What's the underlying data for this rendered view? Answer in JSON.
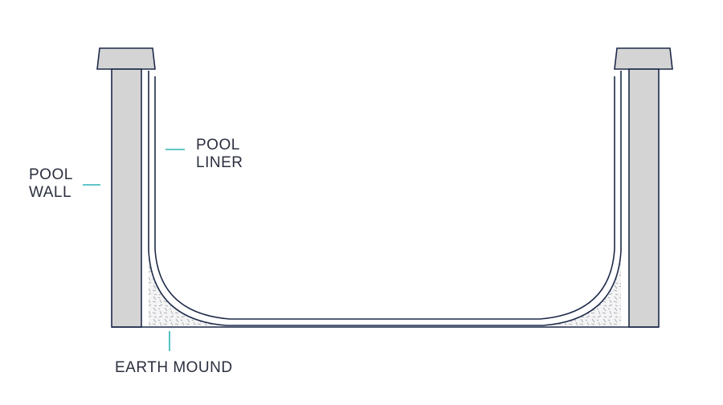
{
  "labels": {
    "pool_wall": {
      "line1": "POOL",
      "line2": "WALL"
    },
    "pool_liner": {
      "line1": "POOL",
      "line2": "LINER"
    },
    "earth_mound": "EARTH MOUND"
  },
  "colors": {
    "outline": "#1e2a4a",
    "wall_fill": "#d4d4d4",
    "leader_line": "#2bb3b6",
    "text": "#2b2f3e",
    "earth_fill": "#ececec"
  }
}
